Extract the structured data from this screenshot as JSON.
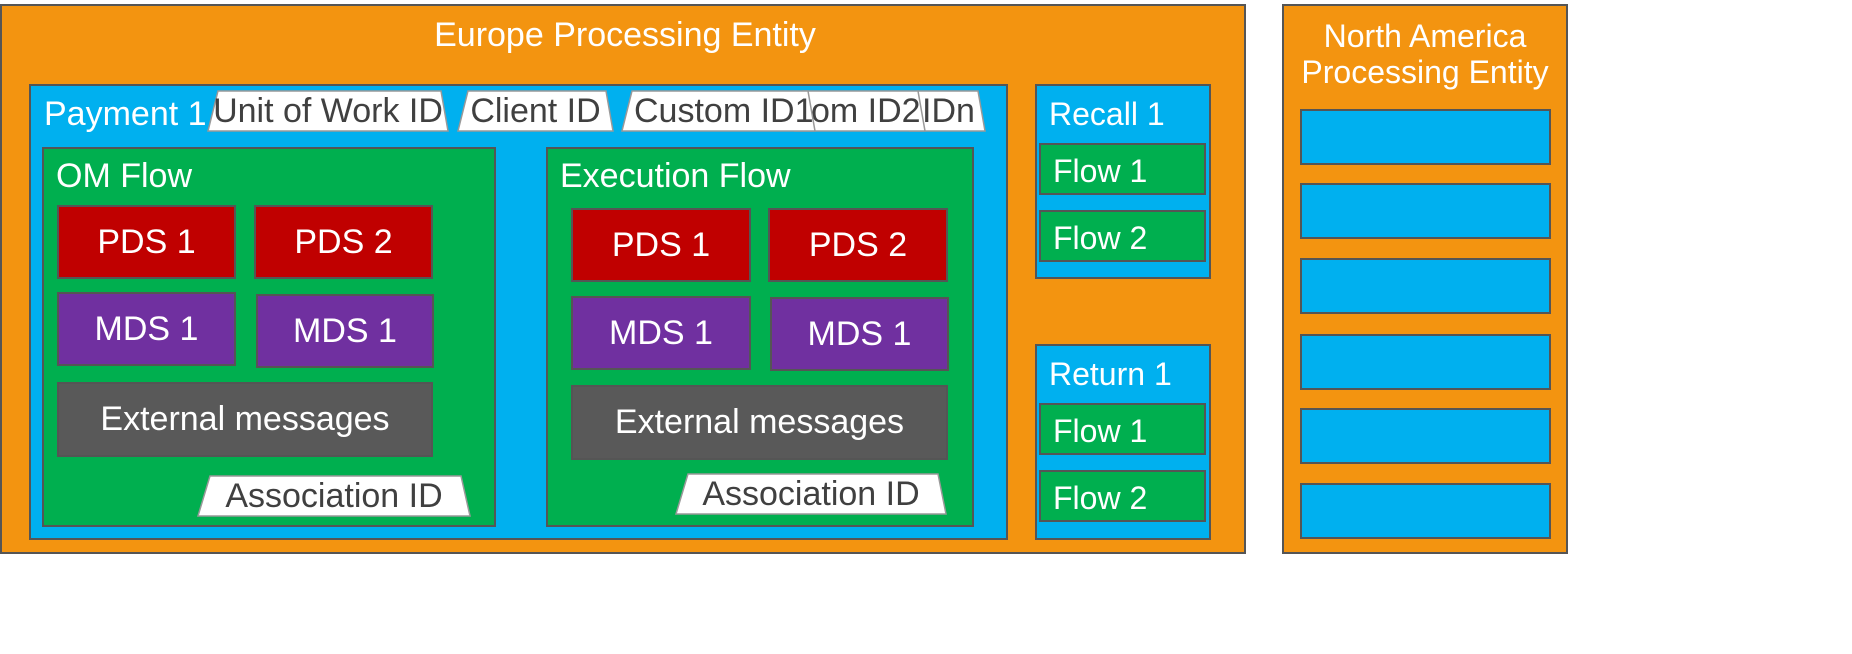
{
  "colors": {
    "entity": "#F39410",
    "payment": "#00B0EF",
    "flow": "#00AF4F",
    "pds": "#C00000",
    "mds": "#7030A0",
    "external": "#595959",
    "tag_fill": "#ffffff",
    "tag_text": "#404040"
  },
  "europe": {
    "title": "Europe Processing Entity",
    "payment": {
      "title": "Payment 1",
      "tags": [
        "Unit of Work ID",
        "Client ID",
        "Custom ID1",
        "om ID2",
        "IDn"
      ],
      "om_flow": {
        "title": "OM Flow",
        "pds": [
          "PDS 1",
          "PDS 2"
        ],
        "mds": [
          "MDS 1",
          "MDS 1"
        ],
        "external": "External messages",
        "association": "Association ID"
      },
      "execution_flow": {
        "title": "Execution Flow",
        "pds": [
          "PDS 1",
          "PDS 2"
        ],
        "mds": [
          "MDS 1",
          "MDS 1"
        ],
        "external": "External messages",
        "association": "Association ID"
      }
    },
    "recall": {
      "title": "Recall 1",
      "flows": [
        "Flow 1",
        "Flow 2"
      ]
    },
    "return": {
      "title": "Return 1",
      "flows": [
        "Flow 1",
        "Flow 2"
      ]
    }
  },
  "north_america": {
    "title_line1": "North America",
    "title_line2": "Processing Entity",
    "slot_count": 6
  }
}
